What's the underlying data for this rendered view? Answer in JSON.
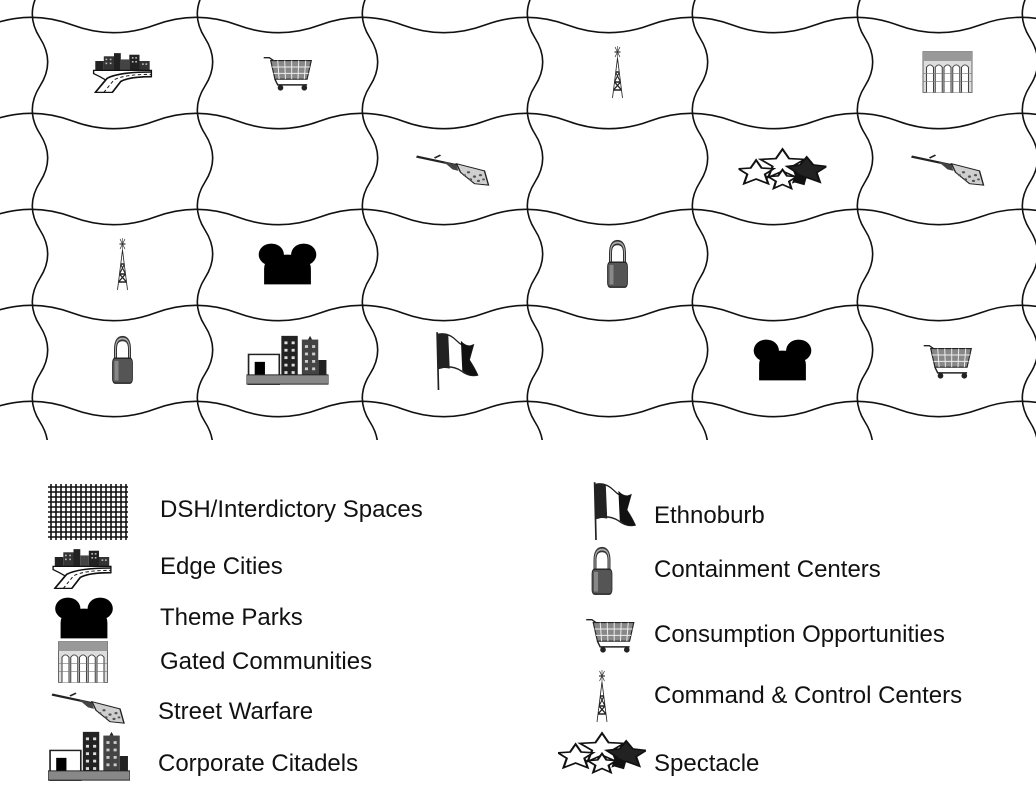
{
  "grid": {
    "rows": 4,
    "cols": 6,
    "cells": [
      [
        "edge-city",
        "cart",
        null,
        "tower",
        null,
        "gated"
      ],
      [
        null,
        null,
        "rifle",
        null,
        "stars",
        "rifle"
      ],
      [
        "tower",
        "ears",
        null,
        "lock",
        null,
        null
      ],
      [
        "lock",
        "citadel",
        "flag",
        null,
        "ears",
        "cart"
      ]
    ]
  },
  "legend": {
    "left": [
      {
        "icon": "hatch",
        "label": "DSH/Interdictory Spaces"
      },
      {
        "icon": "edge-city",
        "label": "Edge Cities"
      },
      {
        "icon": "ears",
        "label": "Theme Parks"
      },
      {
        "icon": "gated",
        "label": "Gated Communities"
      },
      {
        "icon": "rifle",
        "label": "Street Warfare"
      },
      {
        "icon": "citadel",
        "label": "Corporate Citadels"
      }
    ],
    "right": [
      {
        "icon": "flag",
        "label": "Ethnoburb"
      },
      {
        "icon": "lock",
        "label": "Containment Centers"
      },
      {
        "icon": "cart",
        "label": "Consumption Opportunities"
      },
      {
        "icon": "tower",
        "label": "Command & Control Centers"
      },
      {
        "icon": "stars",
        "label": "Spectacle"
      }
    ]
  }
}
